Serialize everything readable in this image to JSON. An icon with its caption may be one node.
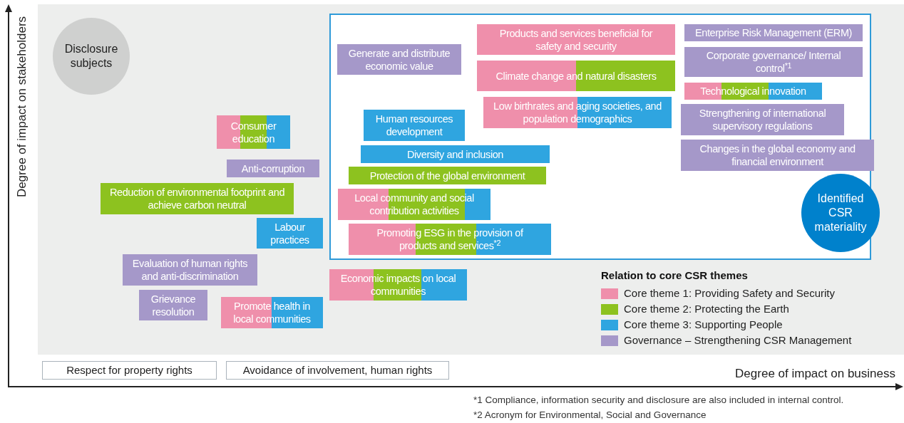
{
  "diagram": {
    "nodes": [
      {
        "text": [
          "Disclosure subjects"
        ]
      },
      {
        "text": [],
        "shape": "box"
      },
      {
        "text": [
          "Generate and distribute economic value"
        ],
        "in": 1
      },
      {
        "text": [
          "Products and services beneficial for safety and security"
        ],
        "in": 1
      },
      {
        "text": [
          "Climate change and natural disasters"
        ],
        "in": 1
      },
      {
        "text": [
          "Low birthrates and aging societies, and population demographics"
        ],
        "in": 1
      },
      {
        "text": [
          "Enterprise Risk Management (ERM)"
        ],
        "in": 1
      },
      {
        "text": [
          "Corporate governance/ Internal control$^{*1}$"
        ],
        "in": 1
      },
      {
        "text": [
          "Technological innovation"
        ],
        "in": 1
      },
      {
        "text": [
          "Strengthening of international supervisory regulations"
        ],
        "in": 1
      },
      {
        "text": [
          "Changes in the global economy and financial environment"
        ],
        "in": 1
      },
      {
        "text": [
          "Human resources development"
        ],
        "in": 1
      },
      {
        "text": [
          "Diversity and inclusion"
        ],
        "in": 1
      },
      {
        "text": [
          "Protection of the global environment"
        ],
        "in": 1
      },
      {
        "text": [
          "Local community and social contribution activities"
        ],
        "in": 1
      },
      {
        "text": [
          "Promoting ESG in the provision of products and services$^{*2}$"
        ],
        "in": 1
      },
      {
        "text": [
          "Identified CSR materiality"
        ],
        "in": 1
      },
      {
        "text": [
          "Consumer education"
        ]
      },
      {
        "text": [
          "Anti-corruption"
        ]
      },
      {
        "text": [
          "Reduction of environmental footprint and achieve carbon neutral"
        ]
      },
      {
        "text": [
          "Labour practices"
        ]
      },
      {
        "text": [
          "Evaluation of human rights and anti-discrimination"
        ]
      },
      {
        "text": [
          "Economic impacts on local communities"
        ]
      },
      {
        "text": [
          "Grievance resolution"
        ]
      },
      {
        "text": [
          "Promote health in local communities"
        ]
      },
      {
        "text": [
          "Respect for property rights"
        ]
      },
      {
        "text": [
          "Avoidance of involvement, human rights"
        ]
      }
    ],
    "labels": [
      "Degree of impact on stakeholders",
      "Relation to core CSR themes",
      "Degree of impact on business",
      "*1 Compliance, information security and disclosure are also included in internal control.",
      "*2 Acronym for Environmental, Social and Governance"
    ],
    "legend": [
      {
        "text": "Core theme 1: Providing Safety and Security",
        "color": "#ef8fab"
      },
      {
        "text": "Core theme 2: Protecting the Earth",
        "color": "#8dc21f"
      },
      {
        "text": "Core theme 3: Supporting People",
        "color": "#2fa5e0"
      },
      {
        "text": "Governance – Strengthening CSR Management",
        "color": "#a598c9"
      }
    ]
  }
}
